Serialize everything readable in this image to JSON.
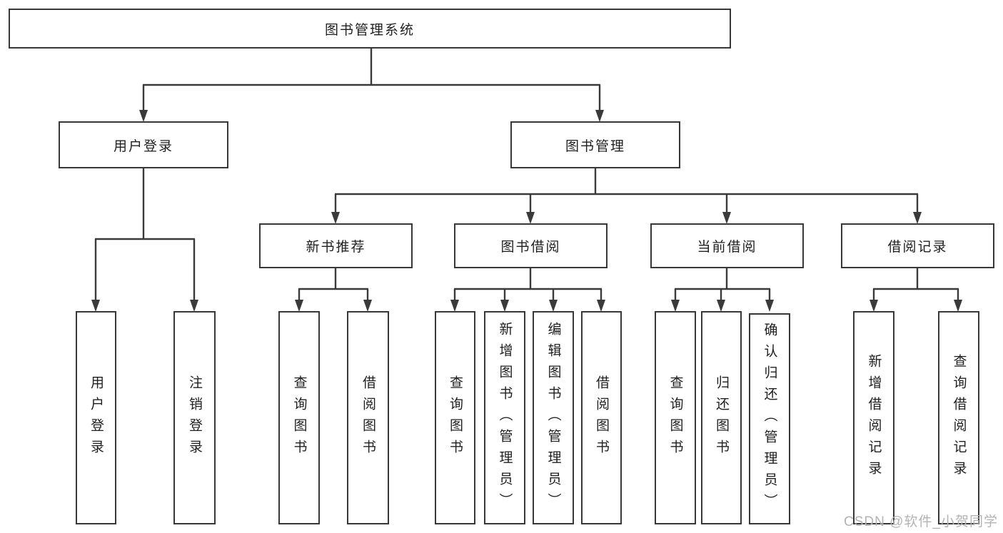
{
  "colors": {
    "line": "#3a3a3a",
    "box_border": "#383838",
    "text": "#1f1f1f",
    "watermark": "#b3b3b3",
    "background": "#ffffff"
  },
  "tree": {
    "root": {
      "label": "图书管理系统"
    },
    "branches": [
      {
        "label": "用户登录",
        "leaves": [
          {
            "label": "用户登录"
          },
          {
            "label": "注销登录"
          }
        ]
      },
      {
        "label": "图书管理",
        "groups": [
          {
            "label": "新书推荐",
            "leaves": [
              {
                "label": "查询图书"
              },
              {
                "label": "借阅图书"
              }
            ]
          },
          {
            "label": "图书借阅",
            "leaves": [
              {
                "label": "查询图书"
              },
              {
                "label": "新增图书（管理员）"
              },
              {
                "label": "编辑图书（管理员）"
              },
              {
                "label": "借阅图书"
              }
            ]
          },
          {
            "label": "当前借阅",
            "leaves": [
              {
                "label": "查询图书"
              },
              {
                "label": "归还图书"
              },
              {
                "label": "确认归还（管理员）"
              }
            ]
          },
          {
            "label": "借阅记录",
            "leaves": [
              {
                "label": "新增借阅记录"
              },
              {
                "label": "查询借阅记录"
              }
            ]
          }
        ]
      }
    ]
  },
  "watermark": {
    "text": "CSDN @软件_小贺同学"
  }
}
